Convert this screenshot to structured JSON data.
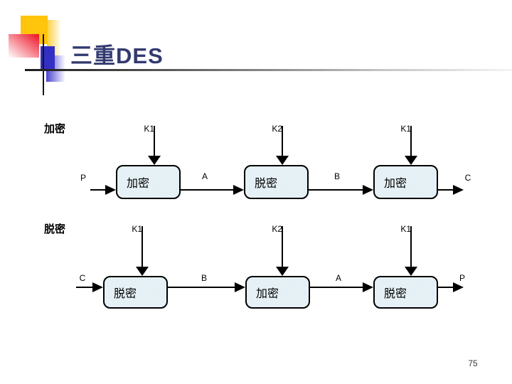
{
  "title": "三重DES",
  "page_number": "75",
  "colors": {
    "title_navy": "#323A70",
    "box_fill": "#CBE2EC",
    "logo_yellow": "#FFC40C",
    "logo_red": "#EE1B2E",
    "logo_blue": "#332FC4",
    "rule_gradient_start": "#1C1C1C",
    "rule_gradient_end": "#F4F4F4"
  },
  "rows": [
    {
      "label": "加密",
      "input_label": "P",
      "keys": [
        "K1",
        "K2",
        "K1"
      ],
      "boxes": [
        "加密",
        "脱密",
        "加密"
      ],
      "between_labels": [
        "A",
        "B"
      ],
      "output_label": "C"
    },
    {
      "label": "脱密",
      "input_label": "C",
      "keys": [
        "K1",
        "K2",
        "K1"
      ],
      "boxes": [
        "脱密",
        "加密",
        "脱密"
      ],
      "between_labels": [
        "B",
        "A"
      ],
      "output_label": "P"
    }
  ]
}
